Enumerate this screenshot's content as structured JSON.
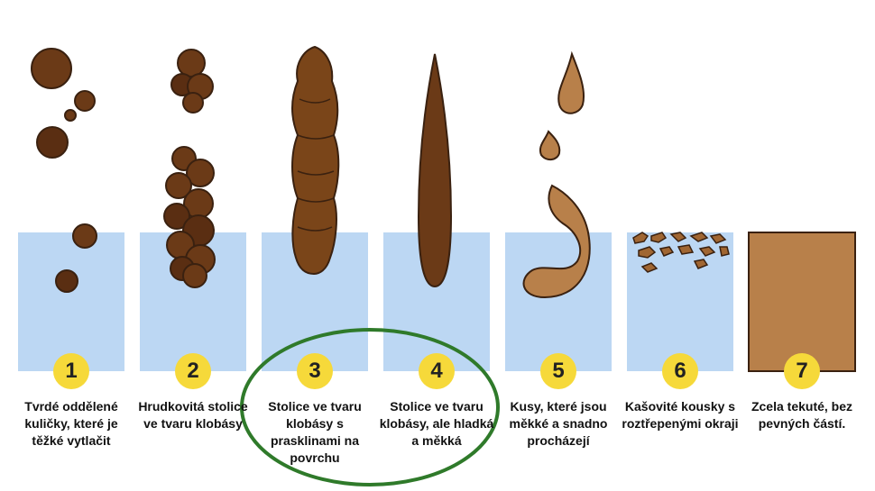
{
  "accent_circle_color": "#2f7a2a",
  "water_color": "#bcd7f3",
  "badge_color": "#f6d93a",
  "types": [
    {
      "number": "1",
      "label": "Tvrdé oddělené kuličky, které je těžké vytlačit"
    },
    {
      "number": "2",
      "label": "Hrudkovitá stolice ve tvaru klobásy"
    },
    {
      "number": "3",
      "label": "Stolice ve tvaru klobásy s prasklinami na povrchu"
    },
    {
      "number": "4",
      "label": "Stolice ve tvaru klobásy, ale hladká a měkká"
    },
    {
      "number": "5",
      "label": "Kusy, které jsou měkké a snadno procházejí"
    },
    {
      "number": "6",
      "label": "Kašovité kousky s roztřepenými okraji"
    },
    {
      "number": "7",
      "label": "Zcela tekuté, bez pevných částí."
    }
  ]
}
